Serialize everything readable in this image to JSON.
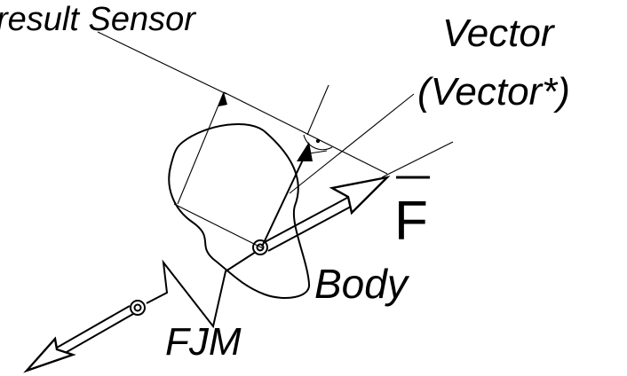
{
  "labels": {
    "result_sensor": "result Sensor",
    "vector": "Vector",
    "vector_star": "(Vector*)",
    "force": "F",
    "body": "Body",
    "fjm": "FJM"
  },
  "colors": {
    "ink": "#000000",
    "background": "#ffffff"
  }
}
